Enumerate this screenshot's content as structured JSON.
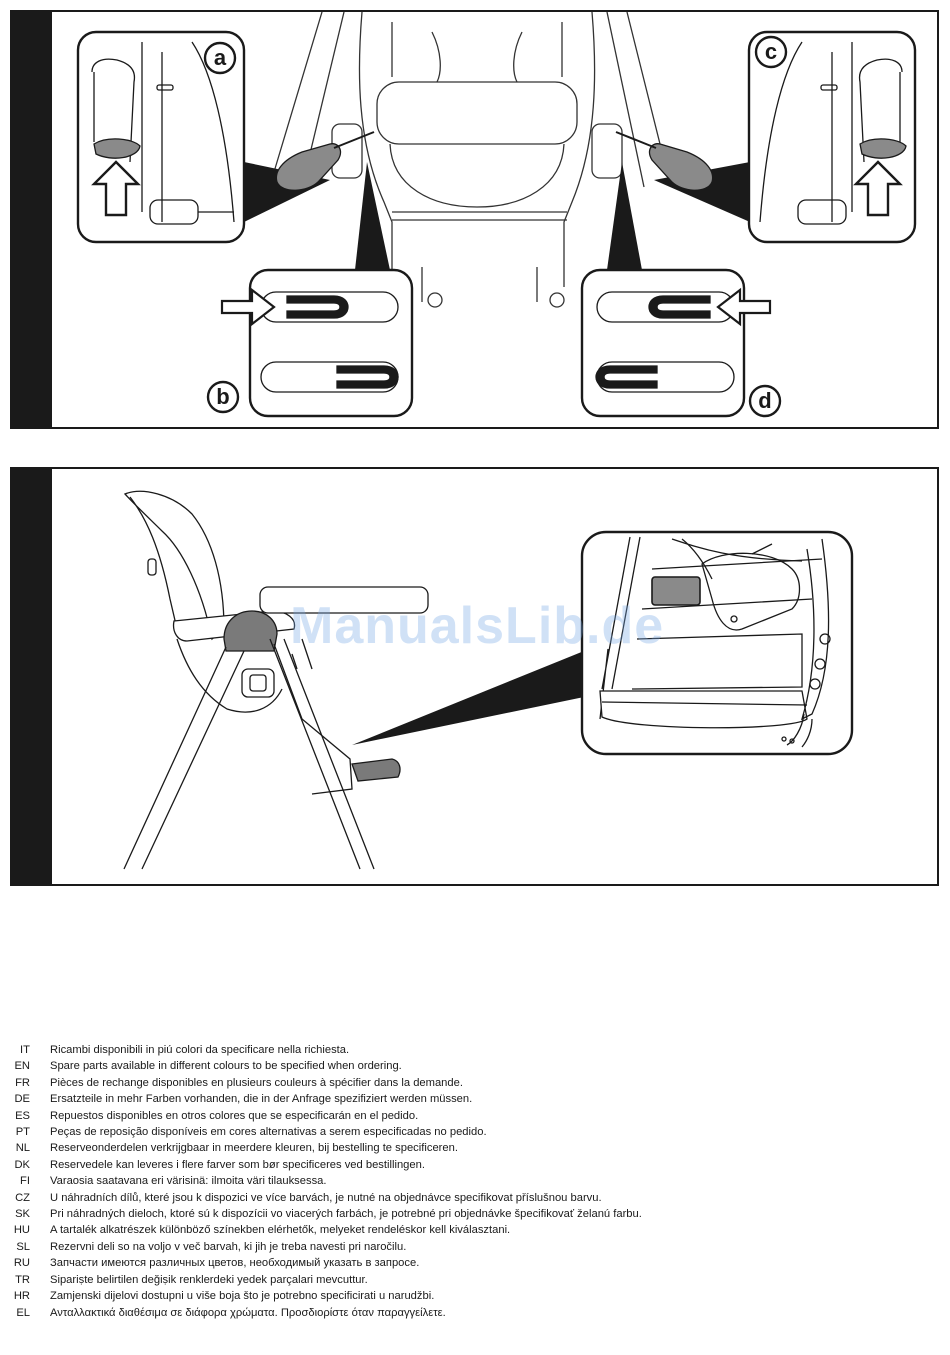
{
  "figure_1": {
    "callouts": {
      "a": "a",
      "b": "b",
      "c": "c",
      "d": "d"
    }
  },
  "watermark": "ManualsLib.de",
  "notes": [
    {
      "lang": "IT",
      "text": "Ricambi disponibili in piú colori da specificare nella richiesta."
    },
    {
      "lang": "EN",
      "text": "Spare parts available in different colours to be specified when ordering."
    },
    {
      "lang": "FR",
      "text": "Pièces de rechange disponibles en plusieurs couleurs à spécifier dans la demande."
    },
    {
      "lang": "DE",
      "text": "Ersatzteile in mehr Farben vorhanden, die in der Anfrage spezifiziert werden müssen."
    },
    {
      "lang": "ES",
      "text": "Repuestos disponibles en otros colores que se especificarán en el pedido."
    },
    {
      "lang": "PT",
      "text": "Peças de reposição disponíveis em cores alternativas a serem especificadas no pedido."
    },
    {
      "lang": "NL",
      "text": "Reserveonderdelen verkrijgbaar in meerdere kleuren, bij bestelling te specificeren."
    },
    {
      "lang": "DK",
      "text": "Reservedele kan leveres i flere farver som bør specificeres ved bestillingen."
    },
    {
      "lang": "FI",
      "text": "Varaosia saatavana eri värisinä: ilmoita väri tilauksessa."
    },
    {
      "lang": "CZ",
      "text": "U náhradních dílů, které jsou k dispozici ve více barvách, je nutné na objednávce specifikovat příslušnou barvu."
    },
    {
      "lang": "SK",
      "text": "Pri náhradných dieloch, ktoré sú k dispozícii vo viacerých farbách, je potrebné pri objednávke špecifikovať želanú farbu."
    },
    {
      "lang": "HU",
      "text": "A tartalék alkatrészek különböző színekben elérhetők, melyeket rendeléskor kell kiválasztani."
    },
    {
      "lang": "SL",
      "text": "Rezervni deli so na voljo v več barvah, ki jih je treba navesti pri naročilu."
    },
    {
      "lang": "RU",
      "text": "Запчасти имеются различных цветов, необходимый указать в запросе."
    },
    {
      "lang": "TR",
      "text": "Sipariṣte belirtilen değiṣik renklerdeki yedek parçalari mevcuttur."
    },
    {
      "lang": "HR",
      "text": "Zamjenski dijelovi dostupni u više boja što je potrebno specificirati u narudžbi."
    },
    {
      "lang": "EL",
      "text": "Ανταλλακτικά διαθέσιμα σε διάφορα χρώματα. Προσδιορίστε όταν παραγγείλετε."
    }
  ]
}
